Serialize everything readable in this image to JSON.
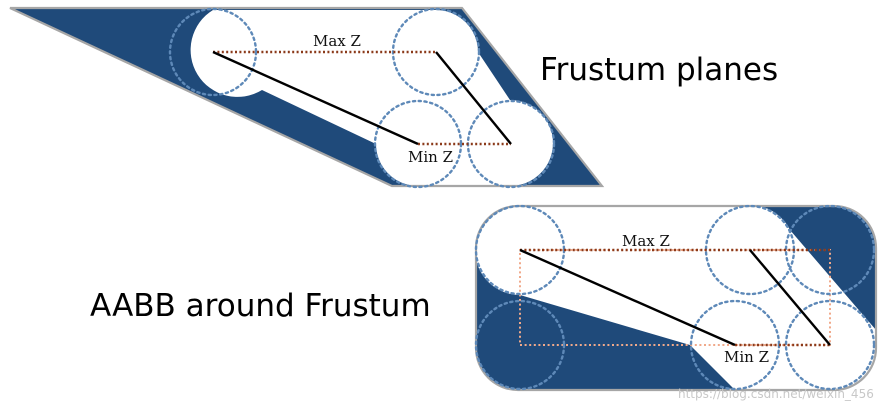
{
  "frustum_planes": {
    "caption": "Frustum planes",
    "max_z_label": "Max Z",
    "min_z_label": "Min Z"
  },
  "aabb": {
    "caption": "AABB around Frustum",
    "max_z_label": "Max Z",
    "min_z_label": "Min Z"
  },
  "watermark": "https://blog.csdn.net/weixin_456",
  "colors": {
    "fill_blue": "#1f4a7a",
    "circle_dots": "#5e89b8",
    "outline_gray": "#a6a6a6",
    "depth_line_brown": "#8b3a1a",
    "aabb_box_orange": "#f0a98a",
    "edge_black": "#000000"
  }
}
